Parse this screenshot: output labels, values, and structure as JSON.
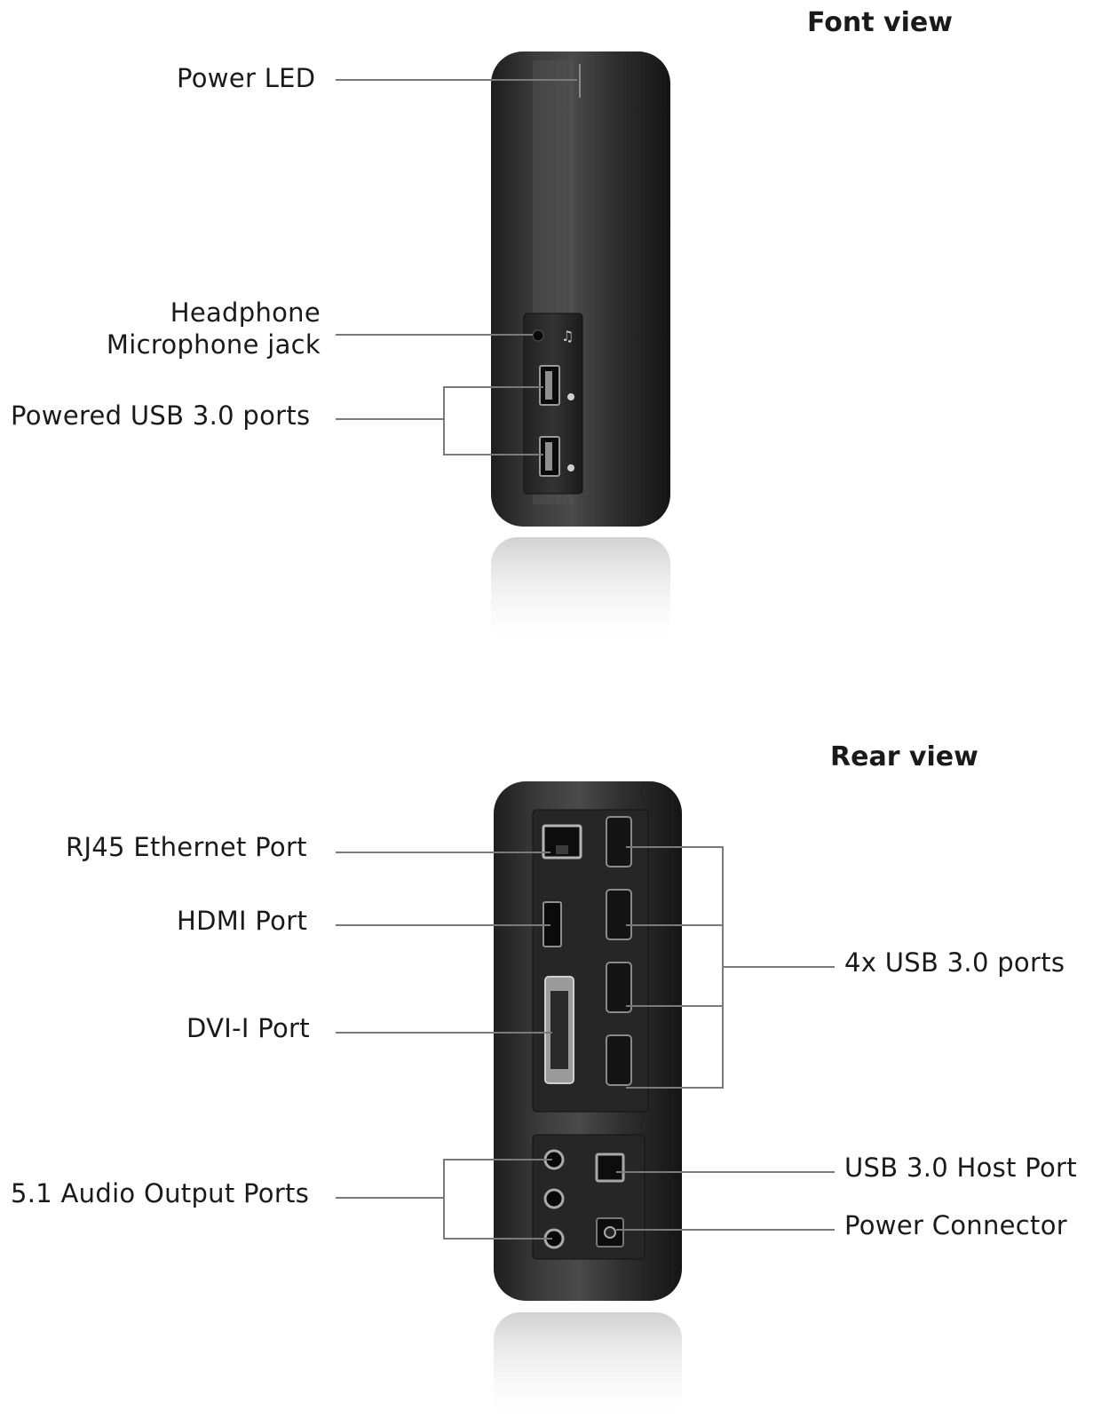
{
  "front": {
    "title": "Font view",
    "labels": {
      "power_led": "Power LED",
      "headphone_line1": "Headphone",
      "headphone_line2": "Microphone jack",
      "powered_usb": "Powered USB 3.0 ports"
    }
  },
  "rear": {
    "title": "Rear view",
    "labels": {
      "rj45": "RJ45 Ethernet Port",
      "hdmi": "HDMI Port",
      "dvi": "DVI-I Port",
      "audio": "5.1 Audio Output Ports",
      "usb4": "4x USB 3.0 ports",
      "usb_host": "USB 3.0 Host Port",
      "power_connector": "Power Connector"
    }
  },
  "colors": {
    "body_dark": "#2a2a2a",
    "body_mid": "#4a4a4a",
    "leader_line": "#7a7a7a"
  }
}
